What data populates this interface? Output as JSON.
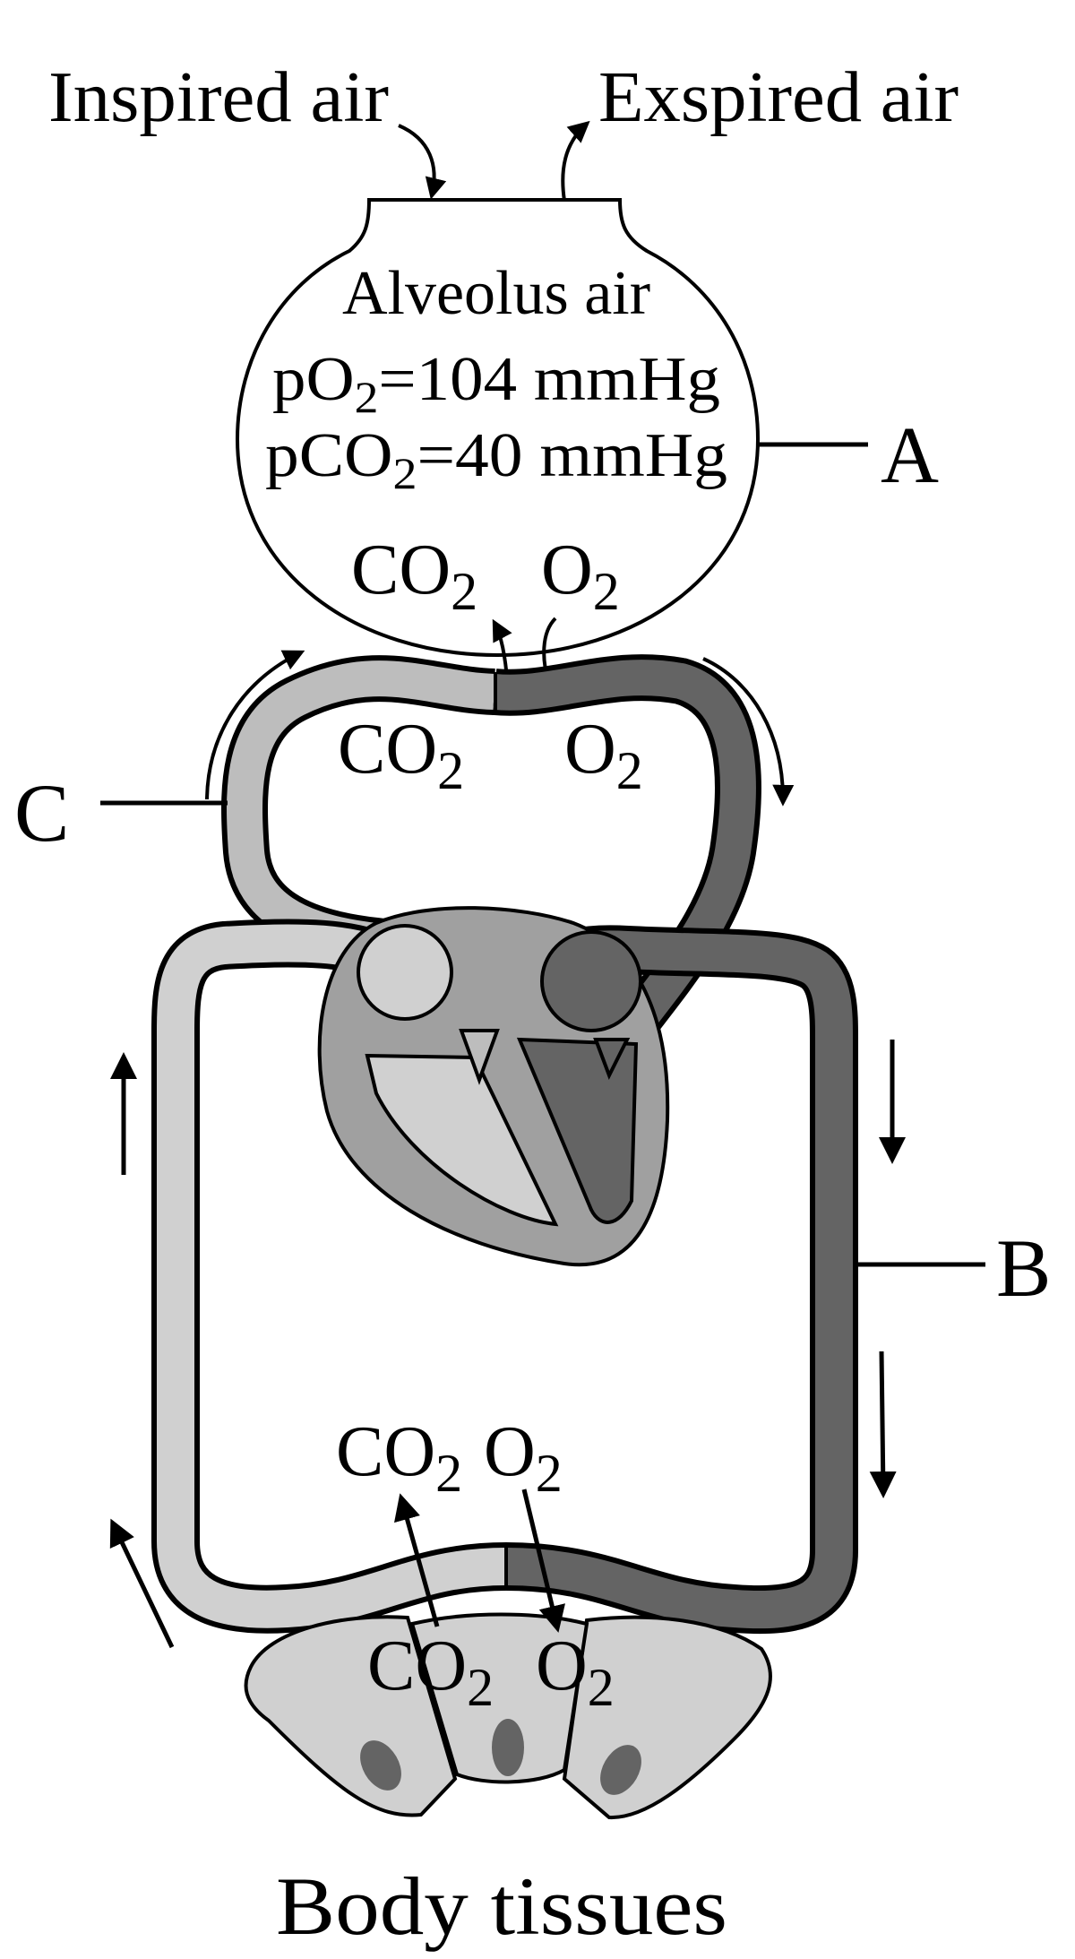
{
  "labels": {
    "inspired": "Inspired air",
    "expired": "Exspired air",
    "alveolus_title": "Alveolus air",
    "po2": {
      "pre": "pO",
      "sub": "2",
      "post": "=104 mmHg"
    },
    "pco2": {
      "pre": "pCO",
      "sub": "2",
      "post": "=40 mmHg"
    },
    "A": "A",
    "B": "B",
    "C": "C",
    "body_tissues": "Body tissues"
  },
  "gases": {
    "co2": {
      "base": "CO",
      "sub": "2"
    },
    "o2": {
      "base": "O",
      "sub": "2"
    }
  },
  "colors": {
    "deoxygenated": "#bdbdbd",
    "oxygenated": "#646464",
    "heart_wall": "#a0a0a0",
    "tissue": "#d0d0d0",
    "nucleus": "#646464"
  }
}
